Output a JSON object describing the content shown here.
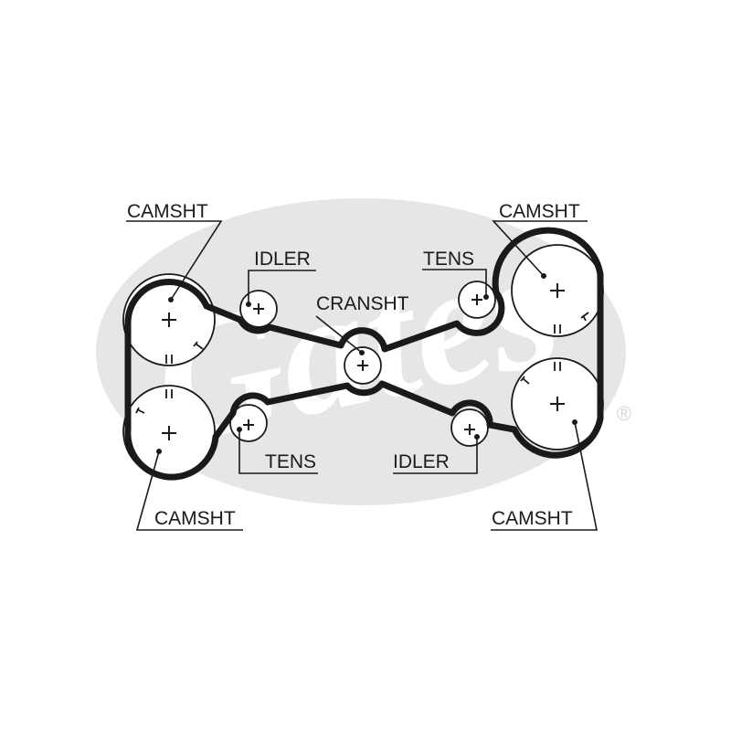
{
  "brand": {
    "logo_text": "Gates",
    "registered_mark": "®",
    "logo_color": "#e6e6e6"
  },
  "labels": {
    "camshaft_top_left": "CAMSHT",
    "camshaft_top_right": "CAMSHT",
    "camshaft_bottom_left": "CAMSHT",
    "camshaft_bottom_right": "CAMSHT",
    "idler_top": "IDLER",
    "idler_bottom": "IDLER",
    "tensioner_top": "TENS",
    "tensioner_bottom": "TENS",
    "crankshaft": "CRANSHT"
  },
  "colors": {
    "belt": "#1a1a1a",
    "background": "#ffffff"
  }
}
